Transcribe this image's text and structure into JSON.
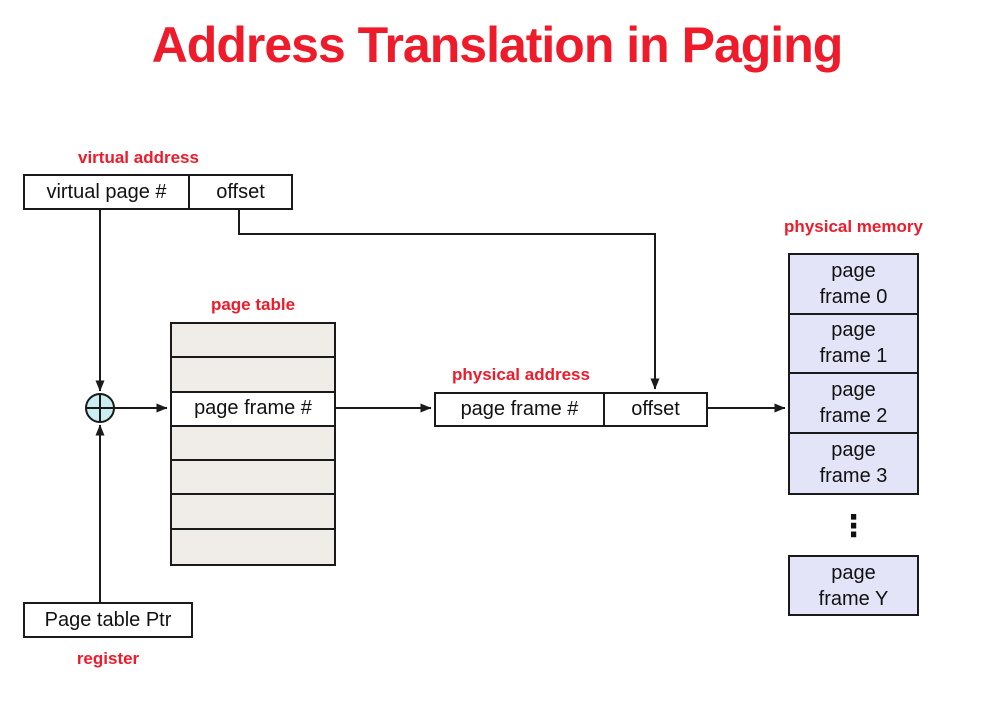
{
  "title": "Address Translation in Paging",
  "colors": {
    "red": "#ee1b2b",
    "line": "#1a1a1a",
    "table-fill": "#f0ede9",
    "memory-fill": "#e4e4f8",
    "adder-fill": "#c9eff2",
    "box-bg": "#ffffff"
  },
  "virtual_address": {
    "label": "virtual address",
    "page_field": "virtual page #",
    "offset_field": "offset"
  },
  "page_table": {
    "label": "page table",
    "rows": [
      "",
      "",
      "page frame #",
      "",
      "",
      "",
      ""
    ]
  },
  "physical_address": {
    "label": "physical address",
    "page_field": "page frame #",
    "offset_field": "offset"
  },
  "physical_memory": {
    "label": "physical memory",
    "frames": [
      {
        "line1": "page",
        "line2": "frame 0"
      },
      {
        "line1": "page",
        "line2": "frame 1"
      },
      {
        "line1": "page",
        "line2": "frame 2"
      },
      {
        "line1": "page",
        "line2": "frame 3"
      }
    ],
    "ellipsis": "⋮",
    "frame_y": {
      "line1": "page",
      "line2": "frame Y"
    }
  },
  "register": {
    "box_label": "Page table Ptr",
    "label": "register"
  },
  "icons": {
    "adder": "plus-in-circle-icon"
  }
}
